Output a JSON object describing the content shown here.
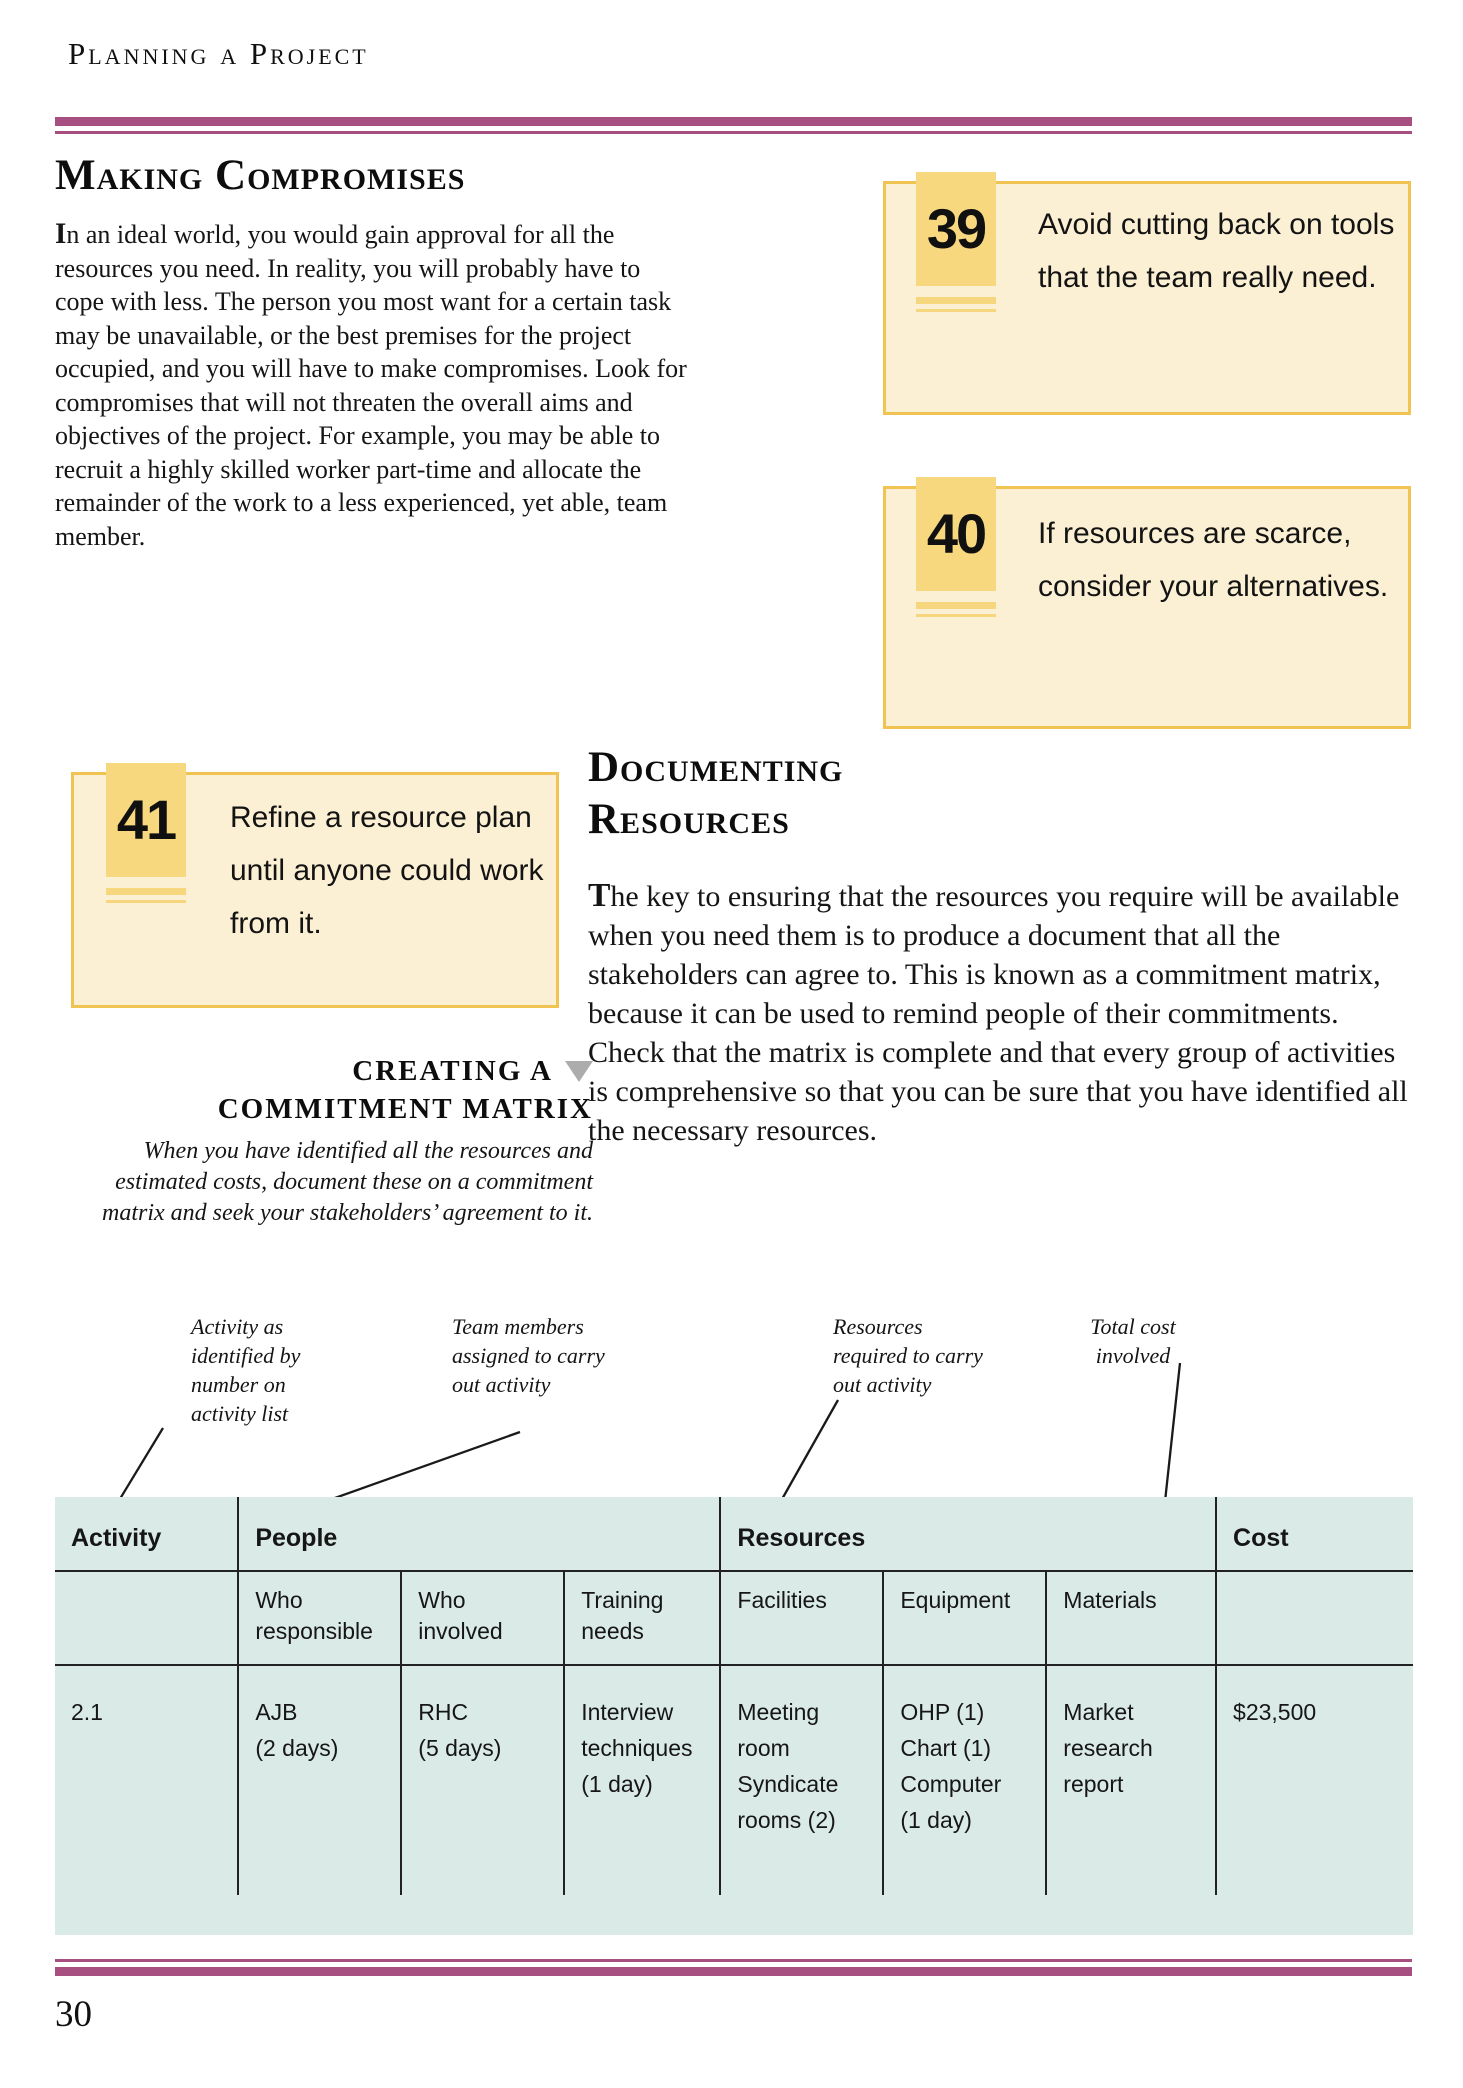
{
  "page": {
    "kicker": "Planning a Project",
    "page_number": "30"
  },
  "sections": {
    "making_compromises": {
      "heading": "Making Compromises",
      "body": "In an ideal world, you would gain approval for all the resources you need. In reality, you will probably have to cope with less. The person you most want for a certain task may be unavailable, or the best premises for the project occupied, and you will have to make compromises. Look for compromises that will not threaten the overall aims and objectives of the project. For example, you may be able to recruit a highly skilled worker part-time and allocate the remainder of the work to a less experienced, yet able, team member."
    },
    "documenting_resources": {
      "heading": "Documenting Resources",
      "body": "The key to ensuring that the resources you require will be available when you need them is to produce a document that all the stakeholders can agree to. This is known as a commitment matrix, because it can be used to remind people of their commitments. Check that the matrix is complete and that every group of activities is comprehensive so that you can be sure that you have identified all the necessary resources."
    }
  },
  "tips": [
    {
      "number": "39",
      "text": "Avoid cutting back on tools that the team really need."
    },
    {
      "number": "40",
      "text": "If resources are scarce, consider your alternatives."
    },
    {
      "number": "41",
      "text": "Refine a resource plan until anyone could work from it."
    }
  ],
  "matrix_caption": {
    "title": "CREATING A",
    "title_line2": "COMMITMENT MATRIX",
    "pointer_icon": "down-triangle",
    "body": "When you have identified all the resources and estimated costs, document these on a commitment matrix and seek your stakeholders’ agreement to it."
  },
  "annotations": [
    {
      "text": "Activity as\nidentified by\nnumber on\nactivity list"
    },
    {
      "text": "Team members\nassigned to carry\nout activity"
    },
    {
      "text": "Resources\nrequired to carry\nout activity"
    },
    {
      "text": "Total cost\ninvolved"
    }
  ],
  "commitment_table": {
    "column_groups": [
      {
        "label": "Activity",
        "span": 1
      },
      {
        "label": "People",
        "span": 3
      },
      {
        "label": "Resources",
        "span": 3
      },
      {
        "label": "Cost",
        "span": 1
      }
    ],
    "subheaders": [
      "Who responsible",
      "Who involved",
      "Training needs",
      "Facilities",
      "Equipment",
      "Materials"
    ],
    "rows": [
      {
        "activity": "2.1",
        "who_responsible": "AJB\n(2 days)",
        "who_involved": "RHC\n(5 days)",
        "training_needs": "Interview\ntechniques\n(1 day)",
        "facilities": "Meeting\nroom\nSyndicate\nrooms (2)",
        "equipment": "OHP (1)\nChart (1)\nComputer\n(1 day)",
        "materials": "Market\nresearch\nreport",
        "cost": "$23,500"
      }
    ]
  },
  "colors": {
    "rule_purple": "#a84f82",
    "tip_fill": "#fbf0d3",
    "tip_border": "#f0c352",
    "tip_tab": "#f8d87e",
    "table_background": "#daeae7",
    "triangle_gray": "#acacac"
  }
}
